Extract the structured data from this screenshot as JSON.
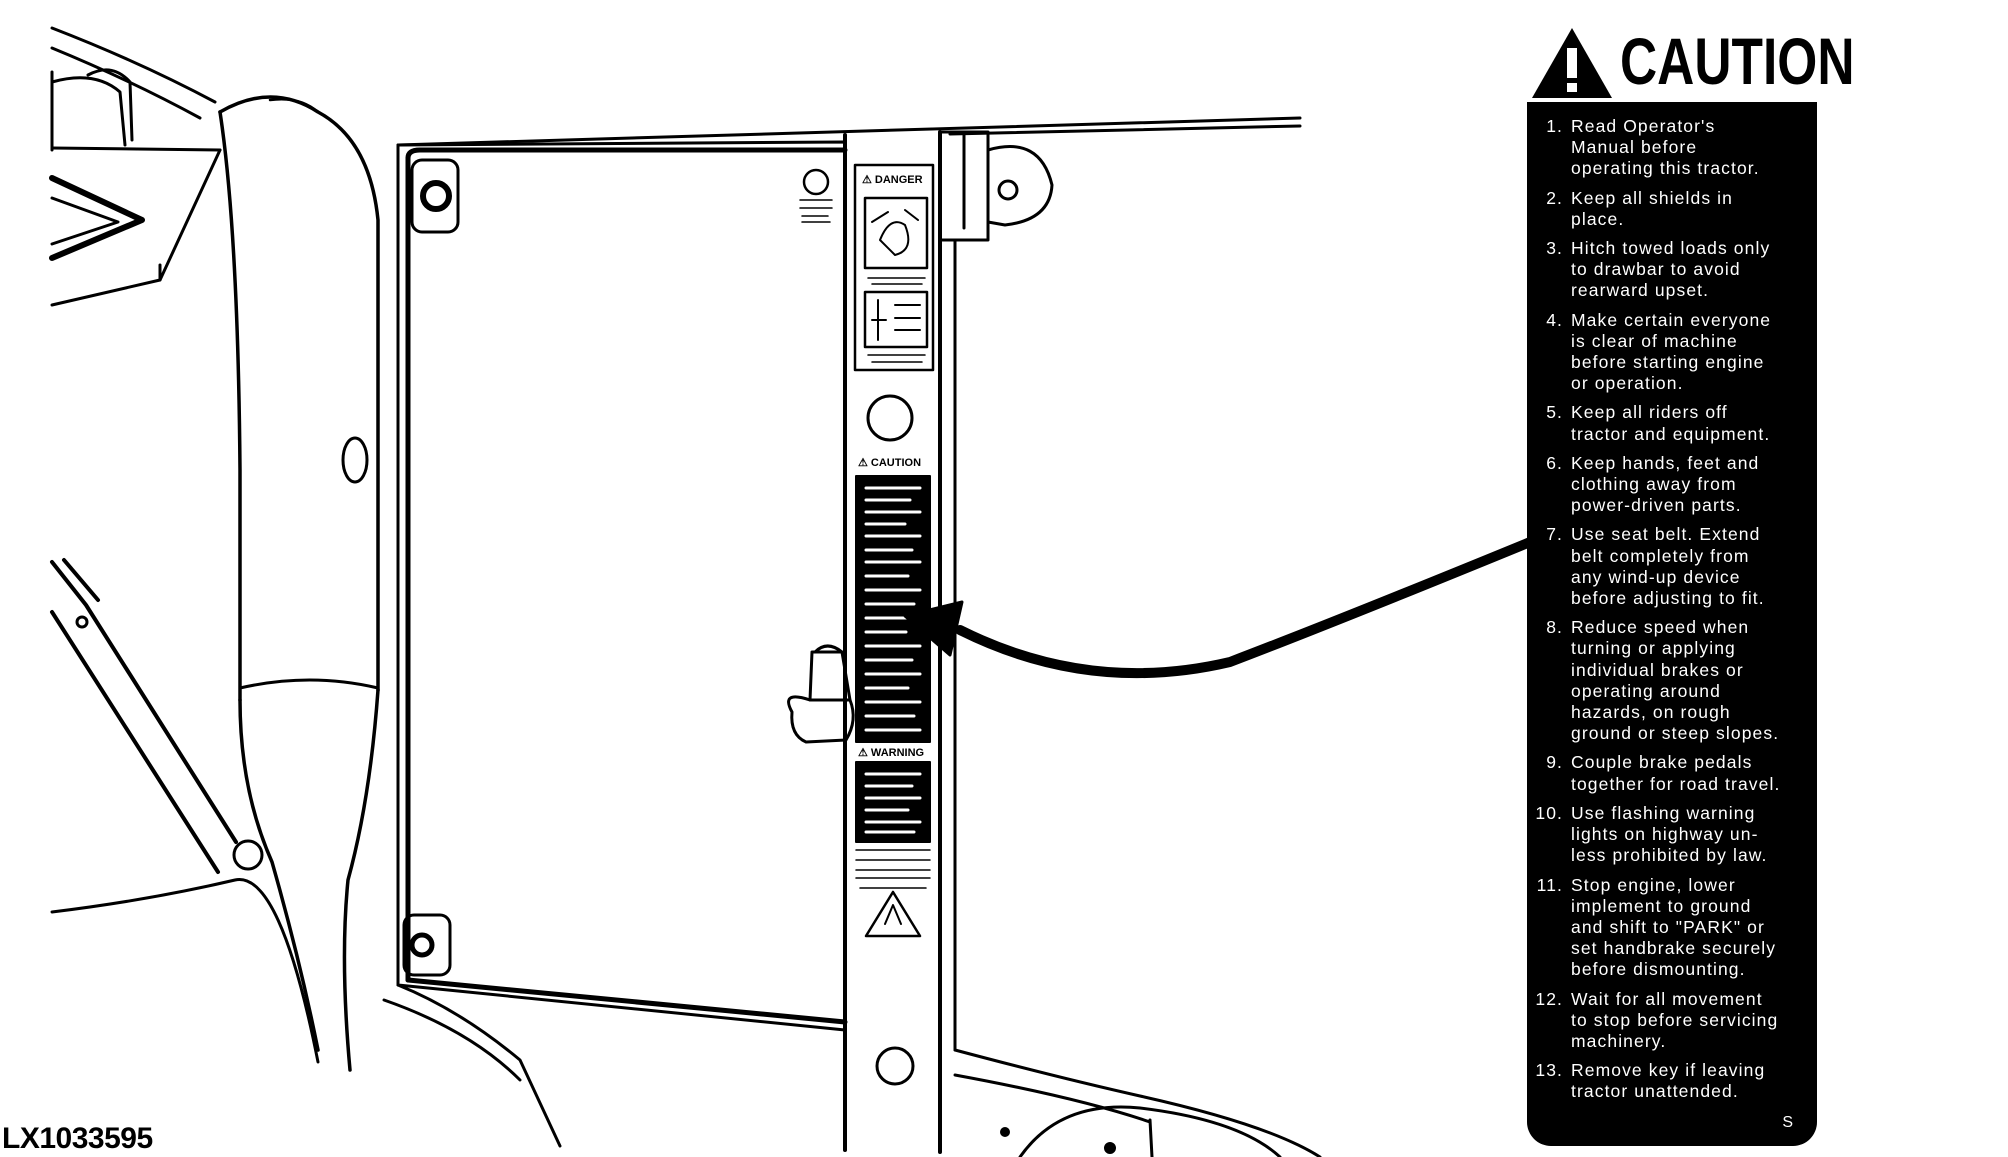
{
  "figure_id": "LX1033595",
  "caution_label": {
    "heading": "CAUTION",
    "icon": "warning-triangle-icon",
    "panel_color": "#000000",
    "text_color": "#ffffff",
    "code": "S",
    "rules": [
      {
        "number": "1.",
        "text": "Read Operator's\nManual before\noperating this tractor."
      },
      {
        "number": "2.",
        "text": "Keep all shields in\nplace."
      },
      {
        "number": "3.",
        "text": "Hitch towed loads only\nto drawbar to avoid\nrearward upset."
      },
      {
        "number": "4.",
        "text": "Make certain everyone\nis clear of machine\nbefore starting engine\nor operation."
      },
      {
        "number": "5.",
        "text": "Keep all riders off\ntractor and equipment."
      },
      {
        "number": "6.",
        "text": "Keep hands, feet and\nclothing away from\npower-driven parts."
      },
      {
        "number": "7.",
        "text": "Use seat belt. Extend\nbelt completely from\nany wind-up device\nbefore adjusting to fit."
      },
      {
        "number": "8.",
        "text": "Reduce speed when\nturning or applying\nindividual brakes or\noperating around\nhazards, on rough\nground or steep slopes."
      },
      {
        "number": "9.",
        "text": "Couple brake pedals\ntogether for road travel."
      },
      {
        "number": "10.",
        "text": "Use flashing warning\nlights on highway un-\nless prohibited by law."
      },
      {
        "number": "11.",
        "text": "Stop engine, lower\nimplement to ground\nand shift to \"PARK\" or\nset handbrake securely\nbefore dismounting."
      },
      {
        "number": "12.",
        "text": "Wait for all movement\nto stop before servicing\nmachinery."
      },
      {
        "number": "13.",
        "text": "Remove key if leaving\ntractor unattended."
      }
    ]
  },
  "pillar_decals": {
    "top_decal": "⚠ DANGER",
    "middle_decal": "⚠ CAUTION",
    "lower_decal": "⚠ WARNING"
  }
}
